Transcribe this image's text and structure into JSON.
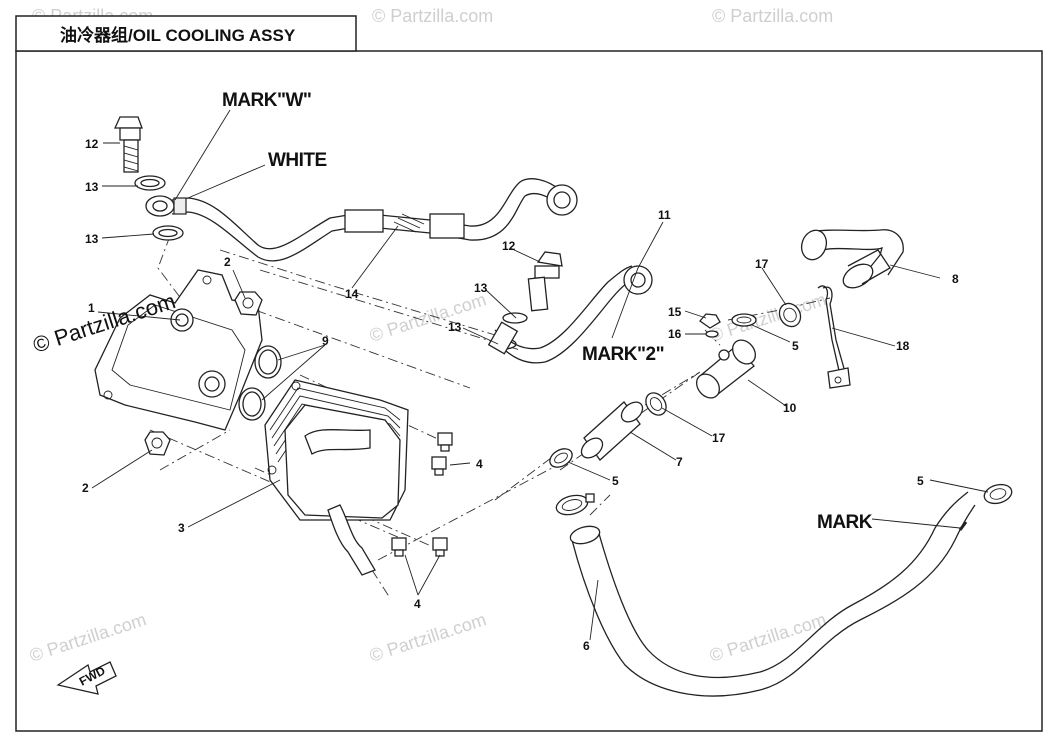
{
  "diagram": {
    "title": "油冷器组/OIL COOLING ASSY",
    "watermark": "Partzilla.com",
    "watermark_main": "© Partzilla.com",
    "fwd_label": "FWD",
    "notes": {
      "mark_w": "MARK\"W\"",
      "white": "WHITE",
      "mark_2": "MARK\"2\"",
      "mark": "MARK"
    },
    "callouts": {
      "c1": "1",
      "c2a": "2",
      "c2b": "2",
      "c3": "3",
      "c4a": "4",
      "c4b": "4",
      "c5a": "5",
      "c5b": "5",
      "c5c": "5",
      "c6": "6",
      "c7": "7",
      "c8": "8",
      "c9": "9",
      "c10": "10",
      "c11": "11",
      "c12a": "12",
      "c12b": "12",
      "c13a": "13",
      "c13b": "13",
      "c13c": "13",
      "c13d": "13",
      "c14": "14",
      "c15": "15",
      "c16": "16",
      "c17a": "17",
      "c17b": "17",
      "c18": "18"
    }
  }
}
